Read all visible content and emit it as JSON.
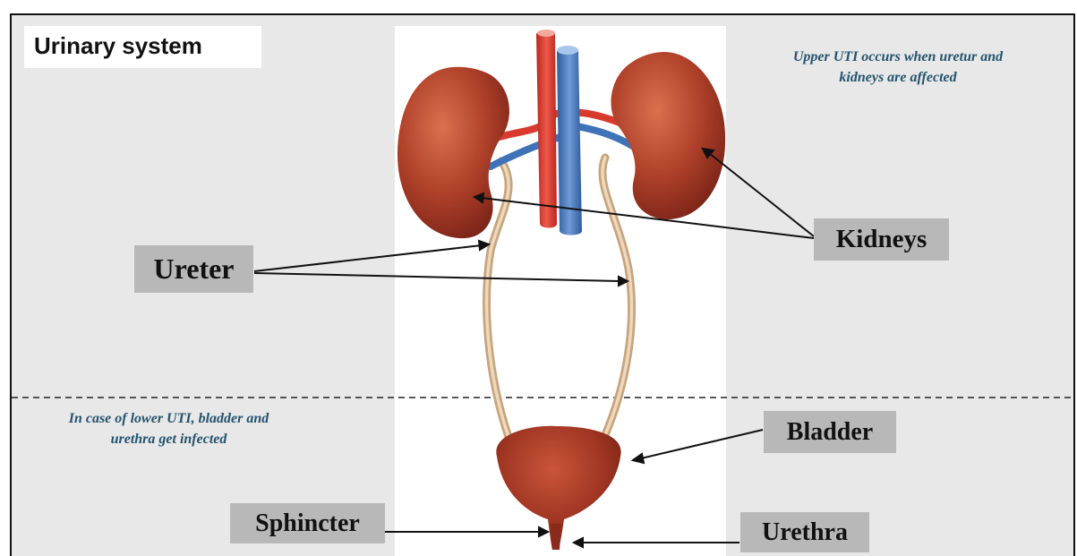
{
  "title": "Urinary system",
  "notes": {
    "upper": [
      "Upper UTI occurs when uretur and",
      "kidneys are affected"
    ],
    "lower": [
      "In case of lower UTI, bladder and",
      "urethra get infected"
    ]
  },
  "labels": {
    "ureter": "Ureter",
    "kidneys": "Kidneys",
    "bladder": "Bladder",
    "sphincter": "Sphincter",
    "urethra": "Urethra"
  },
  "colors": {
    "background": "#e8e8e8",
    "note_text": "#24536d",
    "label_box": "#b8b8b8",
    "kidney": "#a83a26",
    "artery": "#d83a2e",
    "vein": "#3f73b8",
    "ureter": "#d9bd9a"
  }
}
